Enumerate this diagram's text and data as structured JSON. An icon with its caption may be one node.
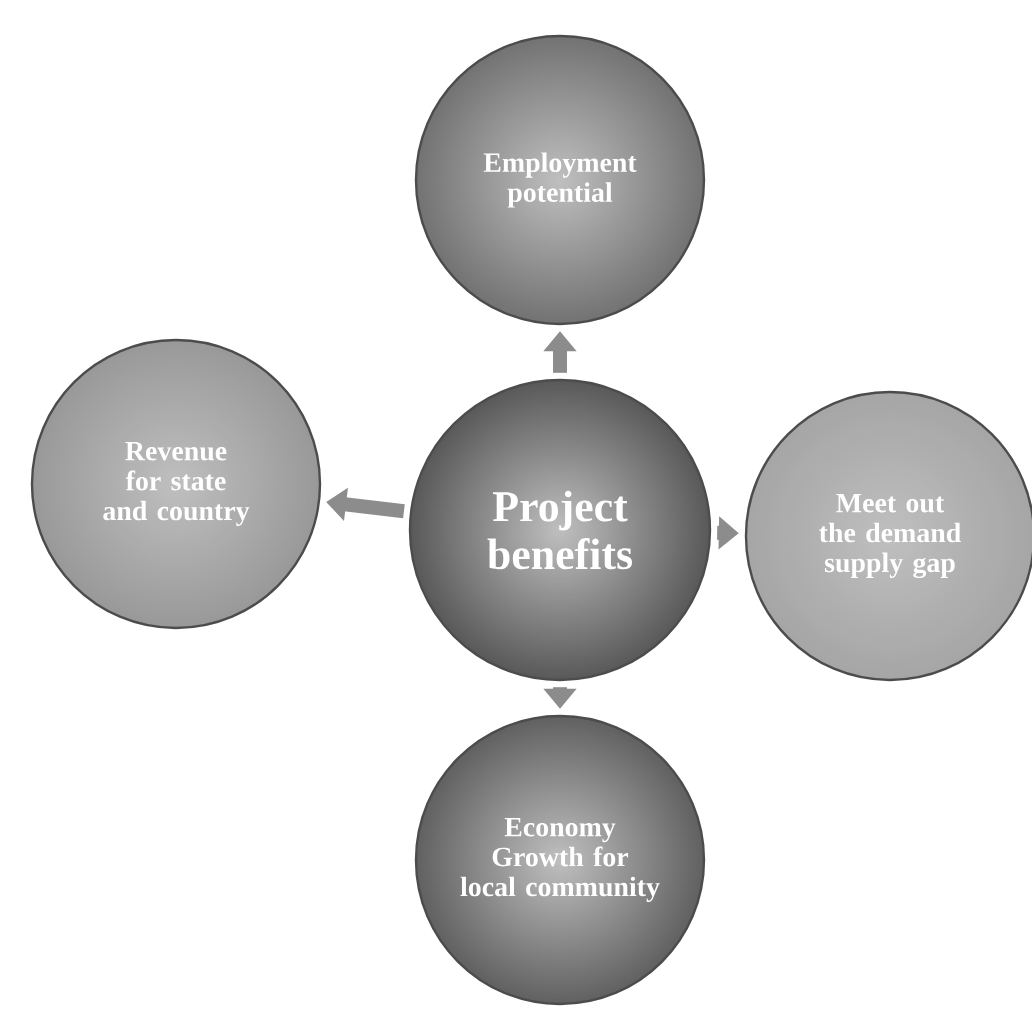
{
  "diagram": {
    "nodes": [
      {
        "text": [
          "Employment potential"
        ]
      },
      {
        "text": [
          "Revenue for state and country"
        ]
      },
      {
        "text": [
          "Project benefits"
        ]
      },
      {
        "text": [
          "Meet out the demand supply gap"
        ]
      },
      {
        "text": [
          "Economy Growth for local community"
        ]
      }
    ],
    "edges": [
      {
        "from": 2,
        "to": 0,
        "arrow": "to"
      },
      {
        "from": 2,
        "to": 1,
        "arrow": "to"
      },
      {
        "from": 2,
        "to": 3,
        "arrow": "to"
      },
      {
        "from": 2,
        "to": 4,
        "arrow": "to"
      }
    ]
  }
}
